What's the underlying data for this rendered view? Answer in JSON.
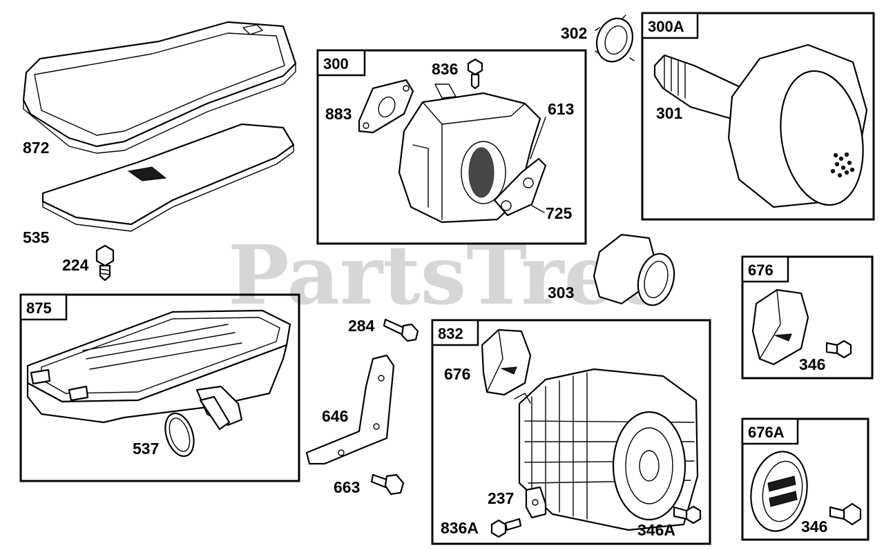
{
  "watermark": "PartsTree",
  "boxes": {
    "b300": "300",
    "b300A": "300A",
    "b875": "875",
    "b832": "832",
    "b676": "676",
    "b676A": "676A"
  },
  "parts": {
    "p872": "872",
    "p535": "535",
    "p224": "224",
    "p537": "537",
    "p836": "836",
    "p883": "883",
    "p613": "613",
    "p725": "725",
    "p302": "302",
    "p301": "301",
    "p303": "303",
    "p284": "284",
    "p646": "646",
    "p663": "663",
    "p676_in832": "676",
    "p237": "237",
    "p836A": "836A",
    "p346A": "346A",
    "p346_in676": "346",
    "p346_in676A": "346"
  }
}
